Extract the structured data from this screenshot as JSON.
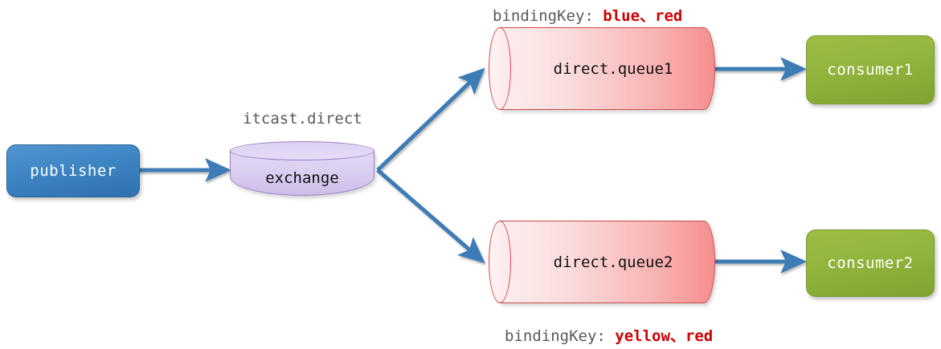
{
  "diagram": {
    "title": "RabbitMQ direct exchange routing",
    "background": "#ffffff",
    "colors": {
      "arrow": "#3d7cb5",
      "publisher_box": "#3d82c4",
      "consumer_box": "#93b63e",
      "exchange_cylinder": "#dccff1",
      "queue_cylinder": "#f9b6b6",
      "binding_value_text": "#cc0000",
      "label_text": "#5a5a5a"
    },
    "publisher": {
      "label": "publisher"
    },
    "exchange": {
      "name_label": "itcast.direct",
      "label": "exchange"
    },
    "queues": [
      {
        "label": "direct.queue1",
        "binding_prefix": "bindingKey: ",
        "binding_keys": "blue、red",
        "consumer": "consumer1"
      },
      {
        "label": "direct.queue2",
        "binding_prefix": "bindingKey: ",
        "binding_keys": "yellow、red",
        "consumer": "consumer2"
      }
    ]
  }
}
